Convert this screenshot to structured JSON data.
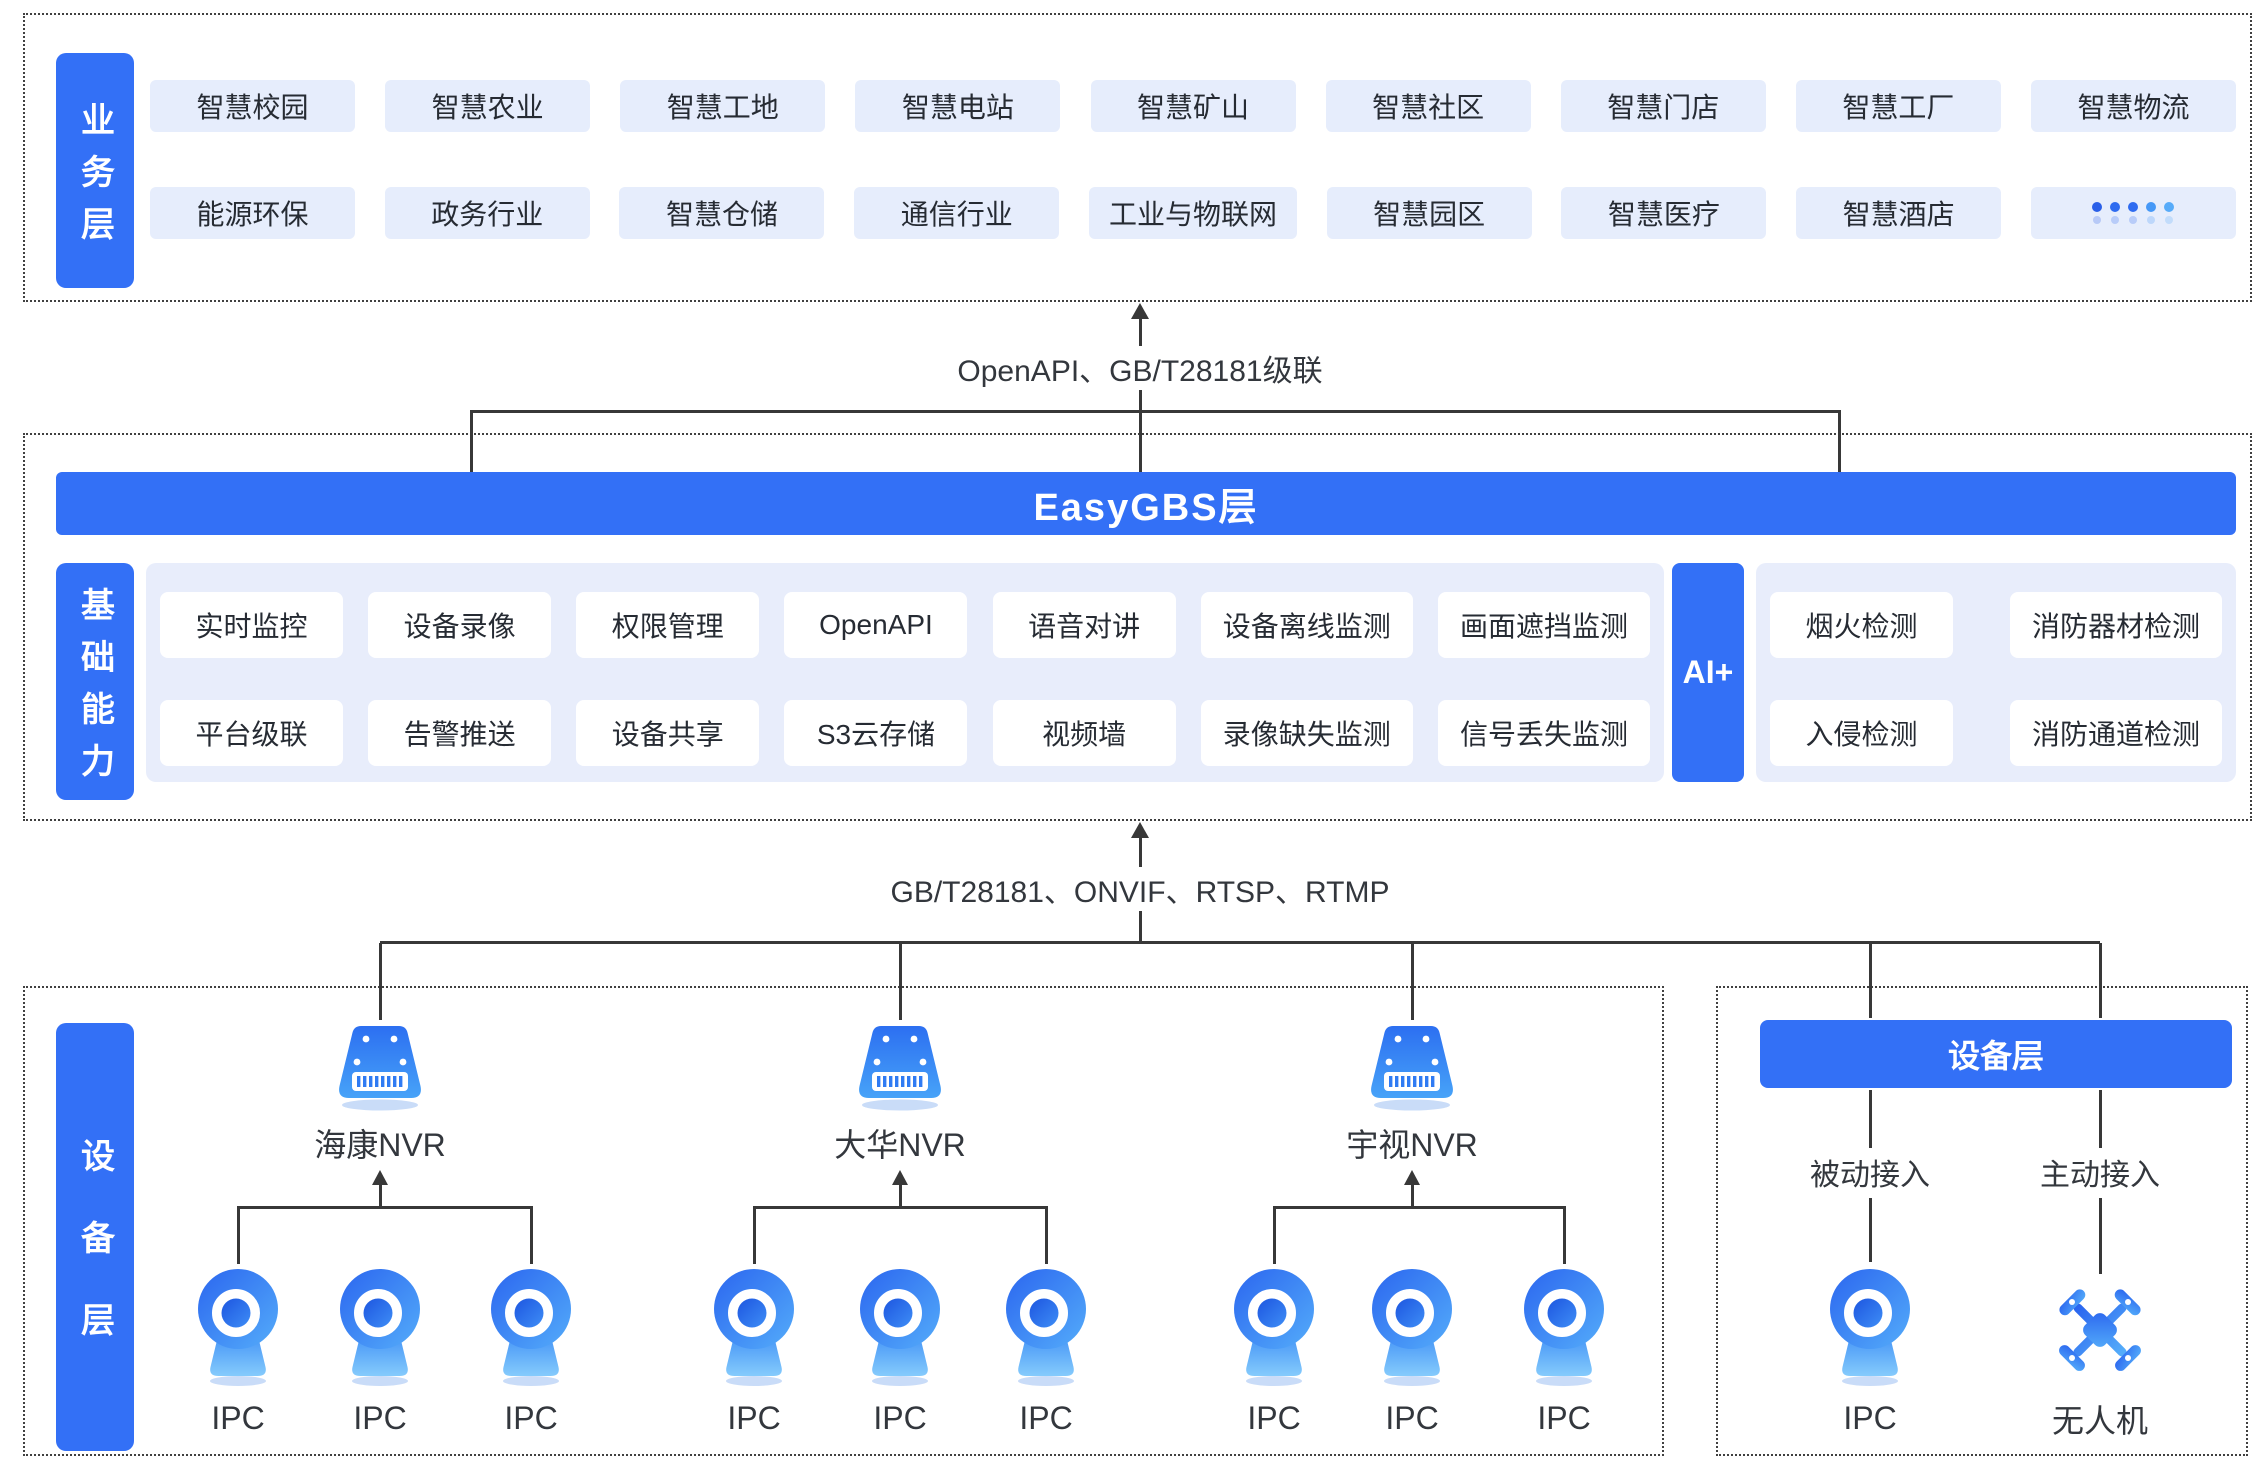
{
  "colors": {
    "accent": "#3370F6",
    "panel_bg": "#E8EDFB",
    "tag_bg": "#E6EDFC",
    "line": "#383838",
    "icon_blue_dark": "#2B66EF",
    "icon_blue_light": "#54ACFA"
  },
  "business_layer": {
    "label": "业务层",
    "row1": [
      "智慧校园",
      "智慧农业",
      "智慧工地",
      "智慧电站",
      "智慧矿山",
      "智慧社区",
      "智慧门店",
      "智慧工厂",
      "智慧物流"
    ],
    "row2": [
      "能源环保",
      "政务行业",
      "智慧仓储",
      "通信行业",
      "工业与物联网",
      "智慧园区",
      "智慧医疗",
      "智慧酒店"
    ],
    "more_icon": "ellipsis-dots"
  },
  "top_connector": {
    "label": "OpenAPI、GB/T28181级联"
  },
  "easygbs_layer": {
    "title": "EasyGBS层"
  },
  "capability_layer": {
    "label": "基础能力",
    "row1": [
      "实时监控",
      "设备录像",
      "权限管理",
      "OpenAPI",
      "语音对讲",
      "设备离线监测",
      "画面遮挡监测"
    ],
    "row2": [
      "平台级联",
      "告警推送",
      "设备共享",
      "S3云存储",
      "视频墙",
      "录像缺失监测",
      "信号丢失监测"
    ]
  },
  "ai_plus": {
    "label": "AI+",
    "row1": [
      "烟火检测",
      "消防器材检测"
    ],
    "row2": [
      "入侵检测",
      "消防通道检测"
    ]
  },
  "bottom_connector": {
    "label": "GB/T28181、ONVIF、RTSP、RTMP"
  },
  "device_layer": {
    "label": "设备层",
    "nvr_groups": [
      {
        "nvr": "海康NVR"
      },
      {
        "nvr": "大华NVR"
      },
      {
        "nvr": "宇视NVR"
      }
    ],
    "ipc_label": "IPC"
  },
  "device_panel": {
    "header": "设备层",
    "passive_access": "被动接入",
    "active_access": "主动接入",
    "ipc_label": "IPC",
    "drone_label": "无人机"
  }
}
